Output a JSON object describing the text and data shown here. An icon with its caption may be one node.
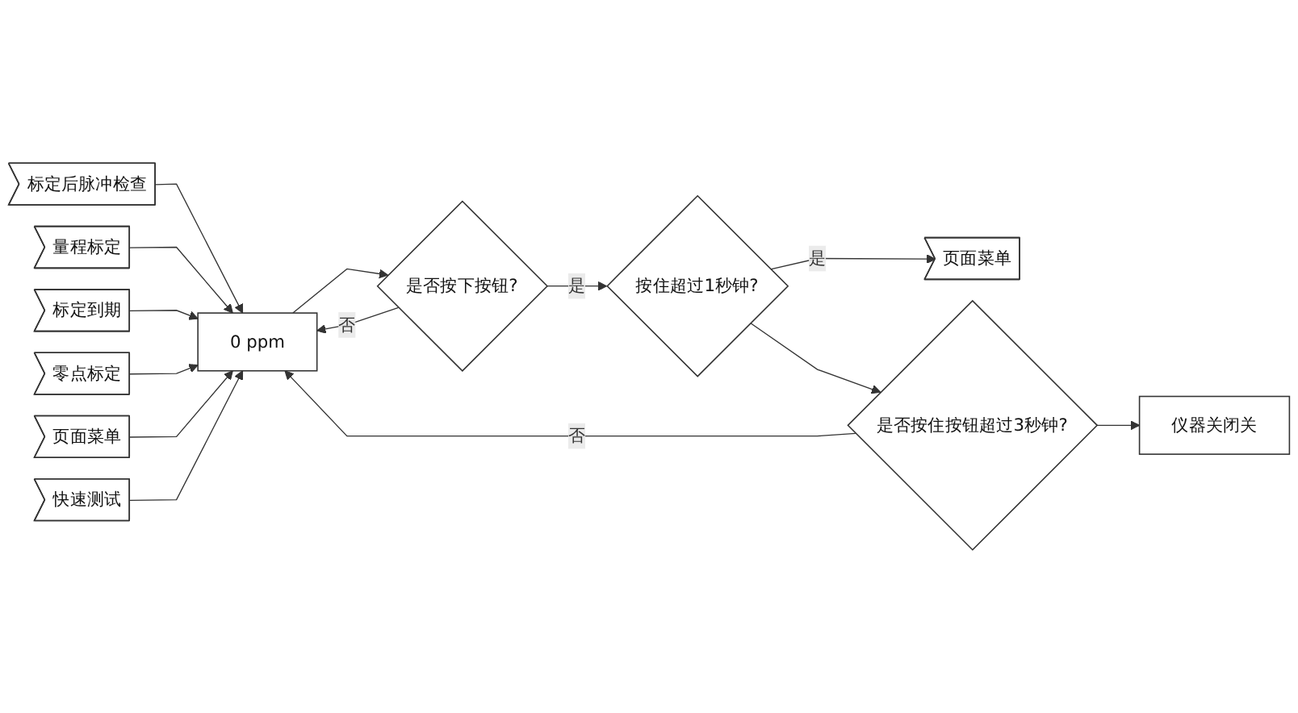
{
  "diagram": {
    "nodes": [
      {
        "text": [
          "标定后脉冲检查"
        ]
      },
      {
        "text": [
          "量程标定"
        ]
      },
      {
        "text": [
          "标定到期"
        ]
      },
      {
        "text": [
          "零点标定"
        ]
      },
      {
        "text": [
          "页面菜单"
        ]
      },
      {
        "text": [
          "快速测试"
        ]
      },
      {
        "text": [
          "0 ppm"
        ]
      },
      {
        "text": [
          "是否按下按钮?"
        ]
      },
      {
        "text": [
          "按住超过1秒钟?"
        ]
      },
      {
        "text": [
          "页面菜单"
        ]
      },
      {
        "text": [
          "是否按住按钮超过3秒钟?"
        ]
      },
      {
        "text": [
          "仪器关闭关"
        ]
      }
    ],
    "edges": [
      {
        "from": 0,
        "to": 6,
        "arrow": "to"
      },
      {
        "from": 1,
        "to": 6,
        "arrow": "to"
      },
      {
        "from": 2,
        "to": 6,
        "arrow": "to"
      },
      {
        "from": 3,
        "to": 6,
        "arrow": "to"
      },
      {
        "from": 4,
        "to": 6,
        "arrow": "to"
      },
      {
        "from": 5,
        "to": 6,
        "arrow": "to"
      },
      {
        "from": 6,
        "to": 7,
        "arrow": "to"
      },
      {
        "from": 7,
        "to": 8,
        "label": "是",
        "arrow": "to"
      },
      {
        "from": 7,
        "to": 6,
        "label": "否",
        "arrow": "to"
      },
      {
        "from": 8,
        "to": 9,
        "label": "是",
        "arrow": "to"
      },
      {
        "from": 8,
        "to": 10,
        "arrow": "to"
      },
      {
        "from": 10,
        "to": 11,
        "arrow": "to"
      },
      {
        "from": 10,
        "to": 6,
        "label": "否",
        "arrow": "to"
      }
    ]
  }
}
